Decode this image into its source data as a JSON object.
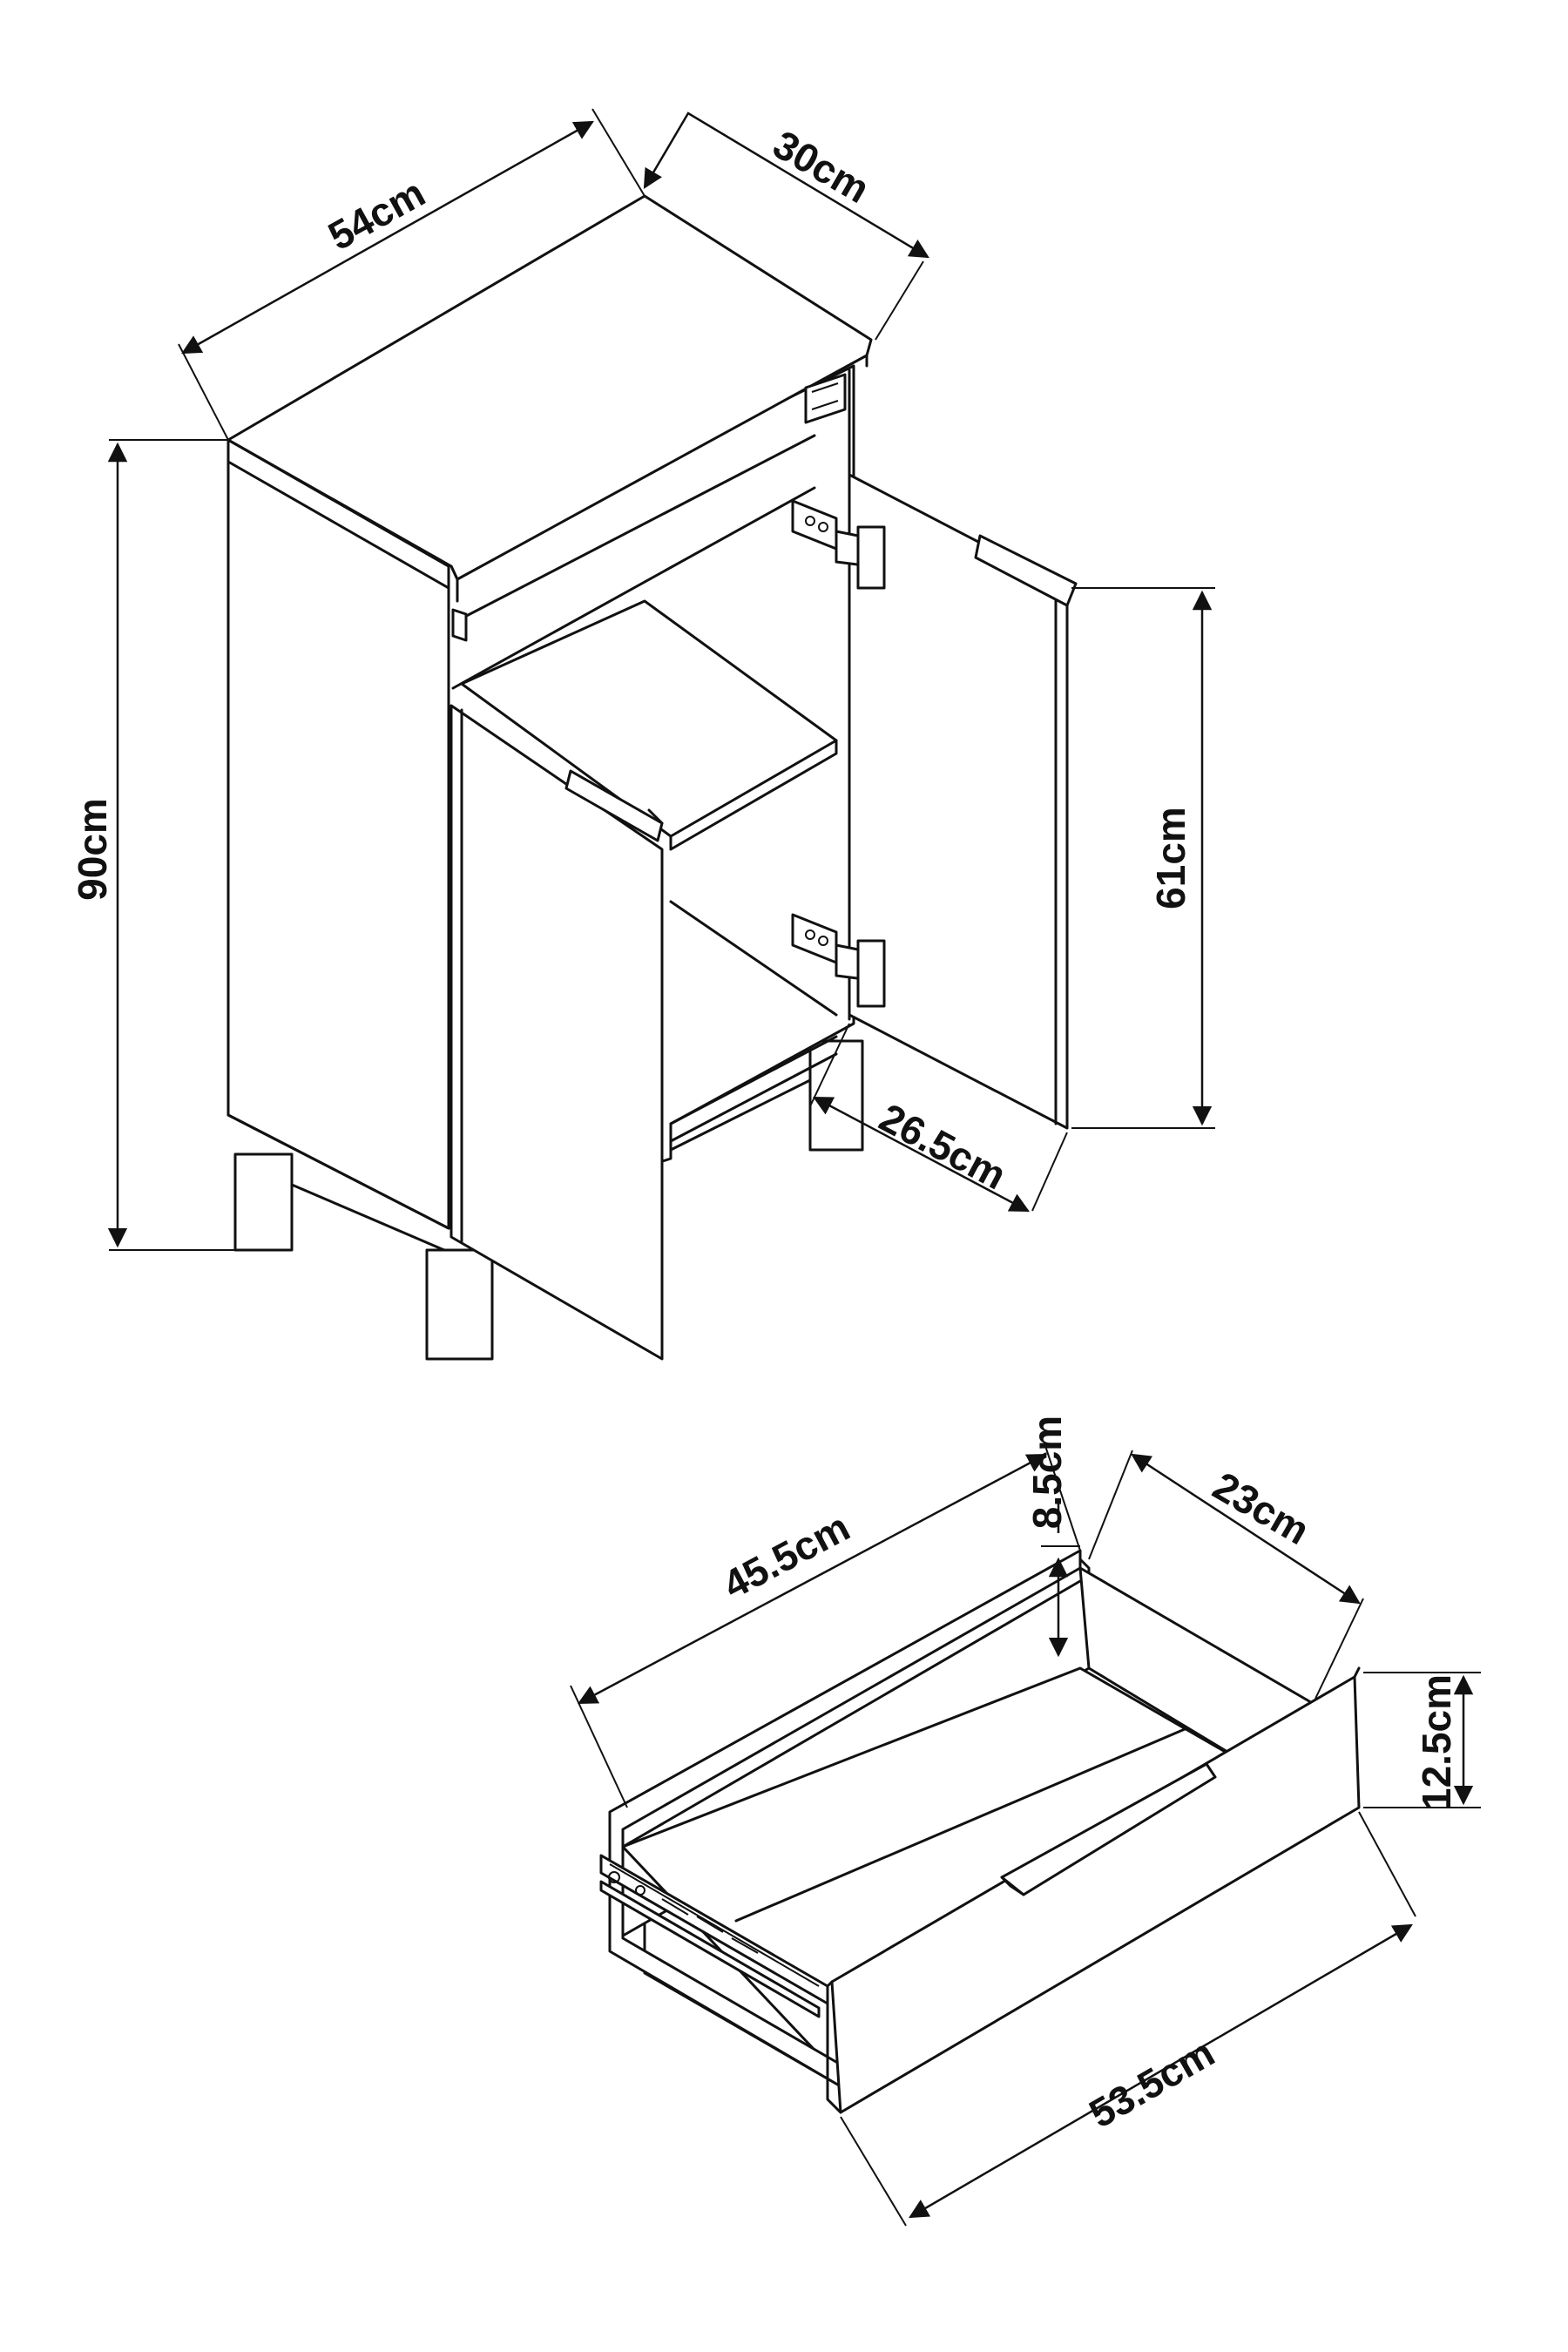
{
  "cabinet": {
    "width_label": "54cm",
    "depth_label": "30cm",
    "height_label": "90cm",
    "door_height_label": "61cm",
    "door_width_label": "26.5cm"
  },
  "drawer": {
    "inner_length_label": "45.5cm",
    "side_height_label": "8.5cm",
    "depth_label": "23cm",
    "front_height_label": "12.5cm",
    "front_width_label": "53.5cm"
  }
}
